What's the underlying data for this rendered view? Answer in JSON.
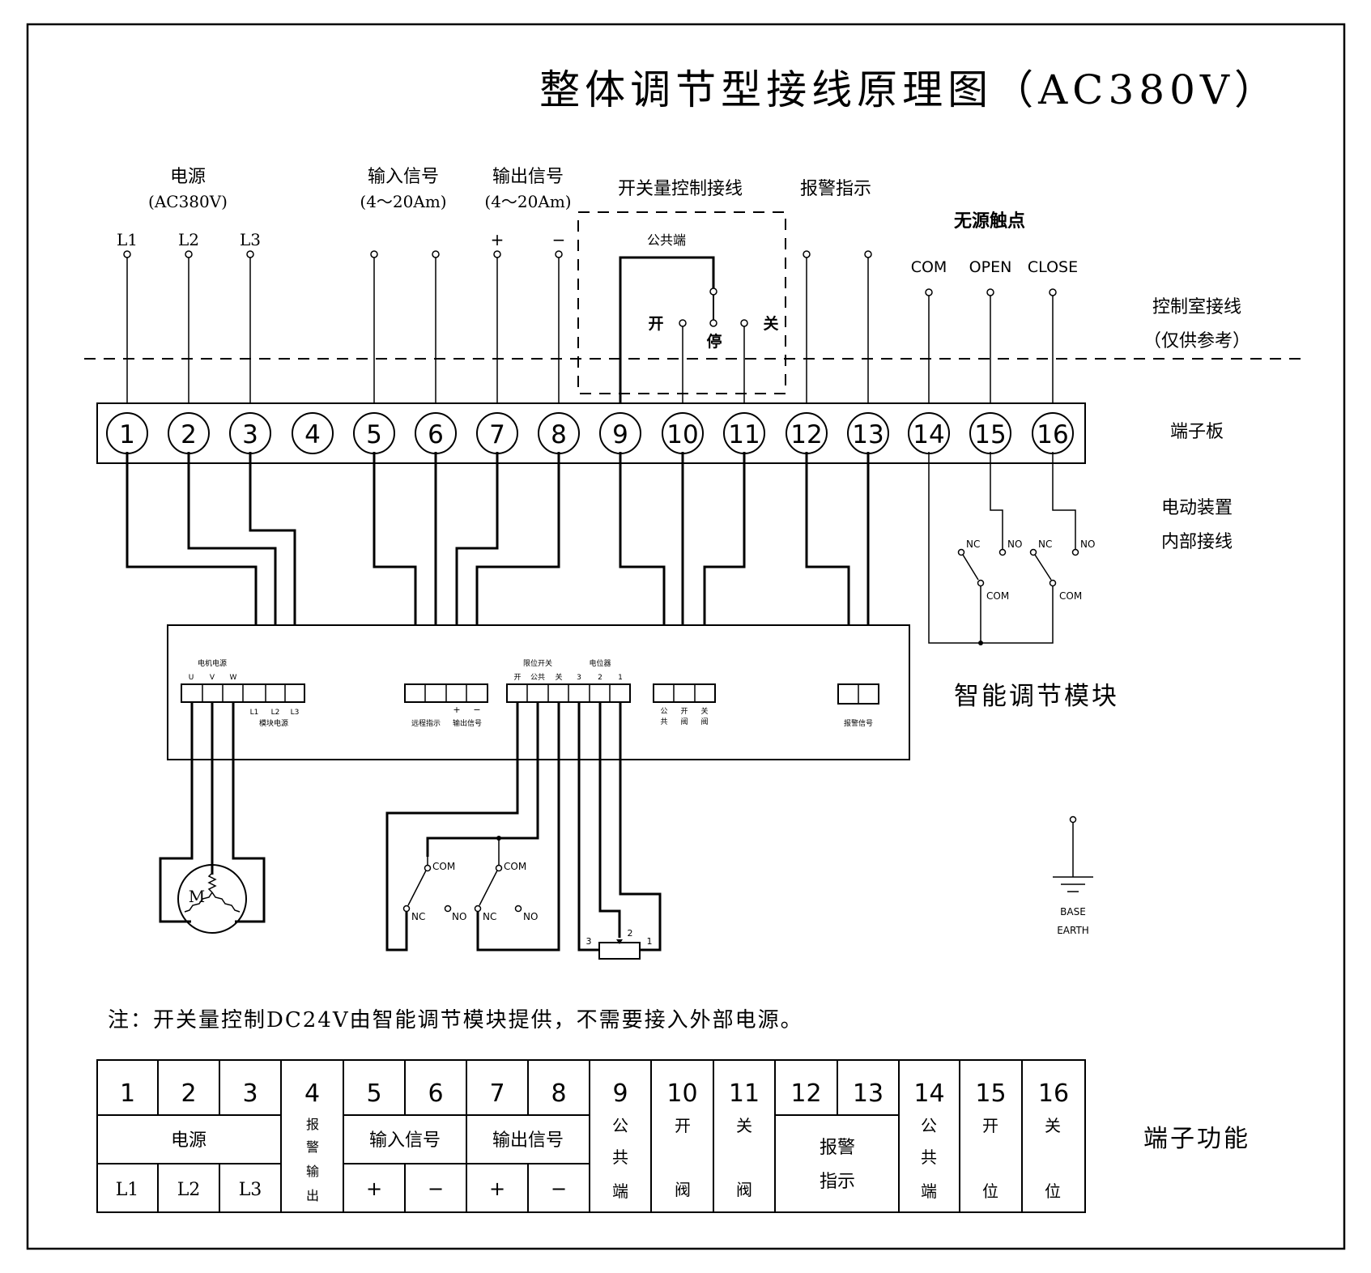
{
  "title": "整体调节型接线原理图（AC380V）",
  "section_labels": {
    "power": "电源",
    "power_sub": "(AC380V)",
    "input_signal": "输入信号",
    "input_signal_sub": "(4～20Am)",
    "output_signal": "输出信号",
    "output_signal_sub": "(4～20Am)",
    "switch_control": "开关量控制接线",
    "alarm": "报警指示",
    "passive_contact": "无源触点"
  },
  "top_terminal_labels": [
    "L1",
    "L2",
    "L3",
    "+",
    "−",
    "COM",
    "OPEN",
    "CLOSE"
  ],
  "switch_box": {
    "common": "公共端",
    "open": "开",
    "stop": "停",
    "close": "关"
  },
  "right_labels": {
    "control_room_1": "控制室接线",
    "control_room_2": "（仅供参考）",
    "terminal_board": "端子板",
    "internal_1": "电动装置",
    "internal_2": "内部接线",
    "module": "智能调节模块",
    "terminal_function": "端子功能"
  },
  "terminals": [
    "1",
    "2",
    "3",
    "4",
    "5",
    "6",
    "7",
    "8",
    "9",
    "10",
    "11",
    "12",
    "13",
    "14",
    "15",
    "16"
  ],
  "relay_labels": [
    "NC",
    "NO",
    "NC",
    "NO",
    "COM",
    "COM"
  ],
  "module_labels": {
    "motor_power": "电机电源",
    "uvw": [
      "U",
      "V",
      "W"
    ],
    "l123": [
      "L1",
      "L2",
      "L3"
    ],
    "module_power": "模块电源",
    "remote_indicate": "远程指示",
    "output_signal": "输出信号",
    "plus": "+",
    "minus": "−",
    "limit_switch": "限位开关",
    "potentiometer": "电位器",
    "limit_terms": [
      "开",
      "公共",
      "关",
      "3",
      "2",
      "1"
    ],
    "valve_terms_top": [
      "公",
      "开",
      "关"
    ],
    "valve_terms_bottom": [
      "共",
      "阀",
      "阀"
    ],
    "alarm_signal": "报警信号"
  },
  "motor_label": "M",
  "limit_switch_labels": [
    "COM",
    "COM",
    "NC",
    "NO",
    "NC",
    "NO"
  ],
  "pot_labels": [
    "3",
    "2",
    "1"
  ],
  "earth": [
    "BASE",
    "EARTH"
  ],
  "note": "注：开关量控制DC24V由智能调节模块提供，不需要接入外部电源。",
  "table": {
    "numbers": [
      "1",
      "2",
      "3",
      "4",
      "5",
      "6",
      "7",
      "8",
      "9",
      "10",
      "11",
      "12",
      "13",
      "14",
      "15",
      "16"
    ],
    "power": "电源",
    "l_labels": [
      "L1",
      "L2",
      "L3"
    ],
    "alarm_output": [
      "报",
      "警",
      "输",
      "出"
    ],
    "input_signal": "输入信号",
    "output_signal": "输出信号",
    "signs": [
      "+",
      "−",
      "+",
      "−"
    ],
    "common_end": [
      "公",
      "共",
      "端"
    ],
    "open_valve": [
      "开",
      "阀"
    ],
    "close_valve": [
      "关",
      "阀"
    ],
    "alarm_indicate": [
      "报警",
      "指示"
    ],
    "common_end_14": [
      "公",
      "共",
      "端"
    ],
    "open_pos": [
      "开",
      "位"
    ],
    "close_pos": [
      "关",
      "位"
    ]
  }
}
